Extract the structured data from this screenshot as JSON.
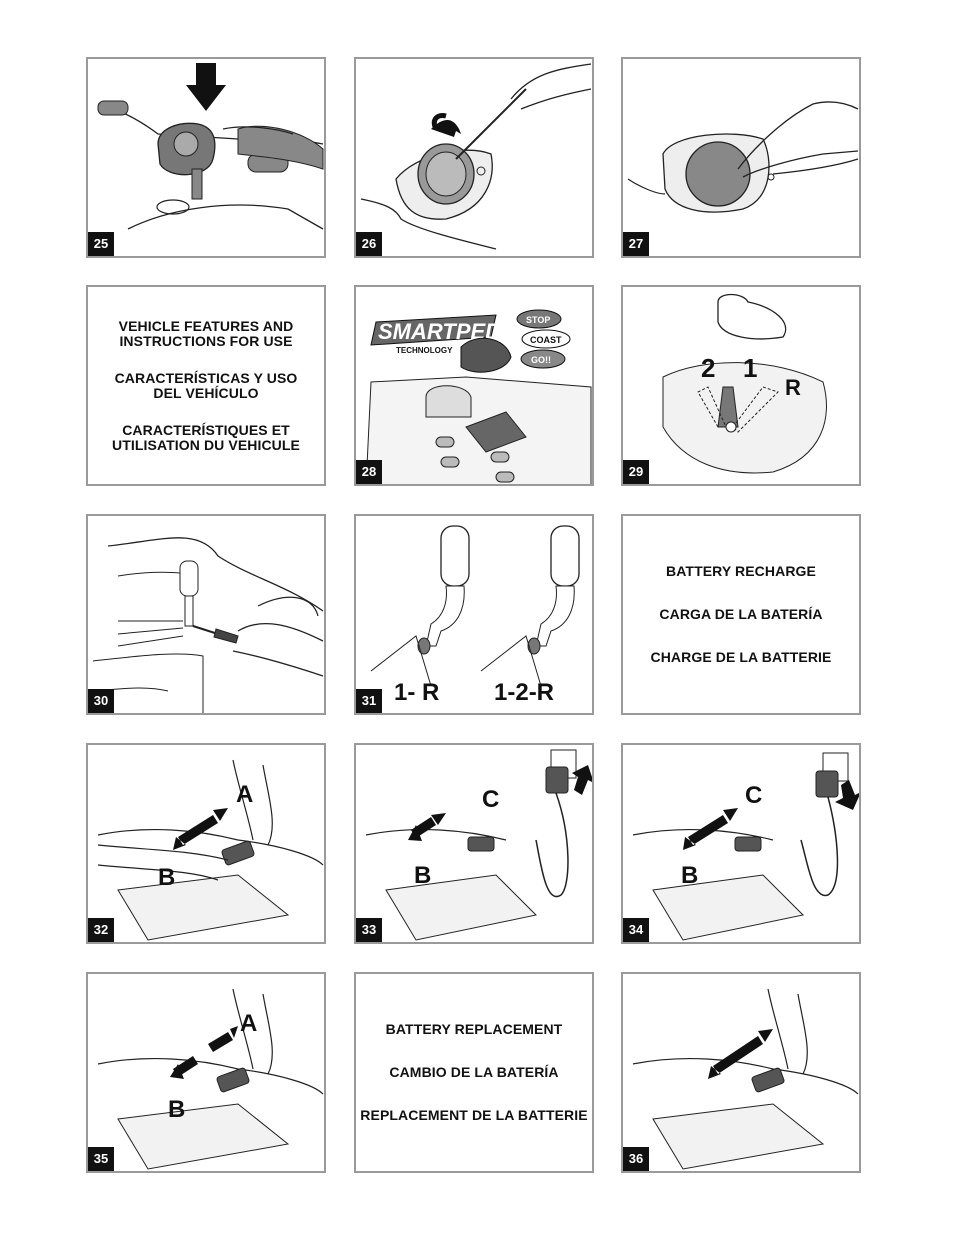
{
  "panels": [
    {
      "number": "25"
    },
    {
      "number": "26"
    },
    {
      "number": "27"
    },
    {
      "texts": [
        "VEHICLE FEATURES AND INSTRUCTIONS FOR USE",
        "CARACTERÍSTICAS Y USO DEL VEHÍCULO",
        "CARACTERÍSTIQUES ET UTILISATION DU VEHICULE"
      ]
    },
    {
      "number": "28",
      "logo_text": [
        "SMARTPEDAL",
        "TECHNOLOGY",
        "STOP",
        "COAST",
        "GO!!"
      ]
    },
    {
      "number": "29",
      "labels": [
        "2",
        "1",
        "R"
      ]
    },
    {
      "number": "30"
    },
    {
      "number": "31",
      "labels": [
        "1- R",
        "1-2-R"
      ]
    },
    {
      "texts": [
        "BATTERY RECHARGE",
        "CARGA DE LA BATERÍA",
        "CHARGE DE LA BATTERIE"
      ]
    },
    {
      "number": "32",
      "labels": [
        "A",
        "B"
      ]
    },
    {
      "number": "33",
      "labels": [
        "C",
        "B"
      ]
    },
    {
      "number": "34",
      "labels": [
        "C",
        "B"
      ]
    },
    {
      "number": "35",
      "labels": [
        "A",
        "B"
      ]
    },
    {
      "texts": [
        "BATTERY REPLACEMENT",
        "CAMBIO DE LA BATERÍA",
        "REPLACEMENT DE LA BATTERIE"
      ]
    },
    {
      "number": "36"
    }
  ]
}
